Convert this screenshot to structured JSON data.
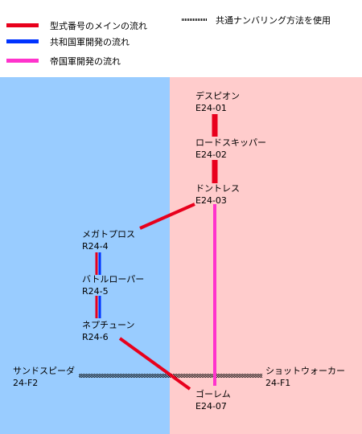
{
  "legend": {
    "items": [
      {
        "label": "型式番号のメインの流れ",
        "color": "#e8001c"
      },
      {
        "label": "共和国軍開発の流れ",
        "color": "#0033ff"
      },
      {
        "label": "帝国軍開発の流れ",
        "color": "#ff33cc"
      }
    ],
    "shared_label": "共通ナンバリング方法を使用"
  },
  "colors": {
    "republic_bg": "#99ccff",
    "empire_bg": "#ffcccc",
    "main": "#e8001c",
    "republic": "#0033ff",
    "empire": "#ff33cc"
  },
  "nodes": {
    "despion": {
      "name": "デスピオン",
      "code": "E24-01"
    },
    "lordskipper": {
      "name": "ロードスキッパー",
      "code": "E24-02"
    },
    "dontoles": {
      "name": "ドントレス",
      "code": "E24-03"
    },
    "megatoprose": {
      "name": "メガトプロス",
      "code": "R24-4"
    },
    "battleroper": {
      "name": "バトルローパー",
      "code": "R24-5"
    },
    "neptune": {
      "name": "ネプチューン",
      "code": "R24-6"
    },
    "golem": {
      "name": "ゴーレム",
      "code": "E24-07"
    },
    "sandspeeder": {
      "name": "サンドスピーダ",
      "code": "24-F2"
    },
    "shotwalker": {
      "name": "ショットウォーカー",
      "code": "24-F1"
    }
  }
}
